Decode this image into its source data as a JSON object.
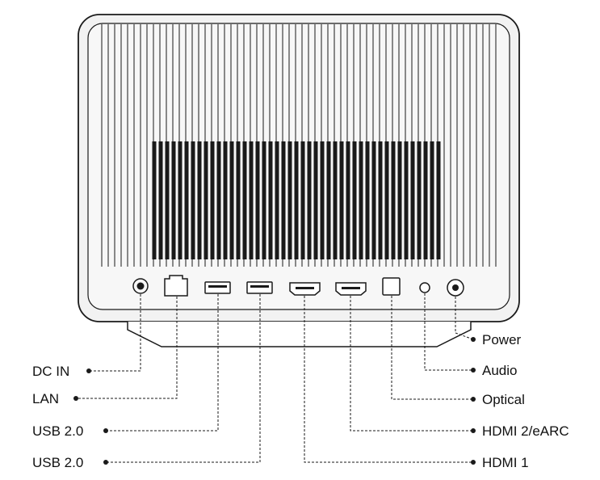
{
  "colors": {
    "ink": "#1a1a1a",
    "body_fill": "#f2f2f2",
    "background": "#ffffff"
  },
  "ports_left": [
    {
      "id": "dc-in",
      "label": "DC IN",
      "icon": "dc-jack-icon"
    },
    {
      "id": "lan",
      "label": "LAN",
      "icon": "ethernet-port-icon"
    },
    {
      "id": "usb-1",
      "label": "USB 2.0",
      "icon": "usb-port-icon"
    },
    {
      "id": "usb-2",
      "label": "USB 2.0",
      "icon": "usb-port-icon"
    }
  ],
  "ports_right": [
    {
      "id": "power",
      "label": "Power",
      "icon": "power-button-icon"
    },
    {
      "id": "audio",
      "label": "Audio",
      "icon": "audio-jack-icon"
    },
    {
      "id": "optical",
      "label": "Optical",
      "icon": "optical-port-icon"
    },
    {
      "id": "hdmi-2",
      "label": "HDMI 2/eARC",
      "icon": "hdmi-port-icon"
    },
    {
      "id": "hdmi-1",
      "label": "HDMI 1",
      "icon": "hdmi-port-icon"
    }
  ]
}
